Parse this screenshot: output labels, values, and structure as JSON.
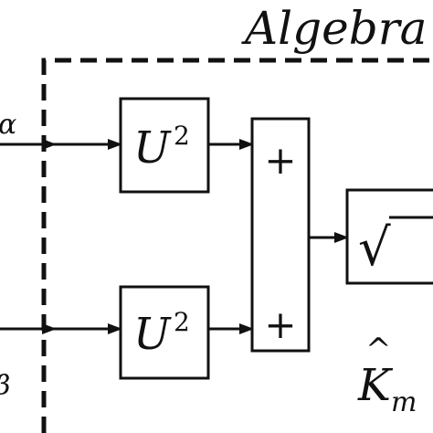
{
  "title": "Algebra",
  "input_alpha_label": "α",
  "input_beta_label": "β",
  "square_block_top": {
    "base": "U",
    "exponent": "2"
  },
  "square_block_bottom": {
    "base": "U",
    "exponent": "2"
  },
  "sum_block": {
    "plus_top": "+",
    "plus_bottom": "+"
  },
  "sqrt_block": {
    "symbol": "√"
  },
  "output_label": {
    "hat": "^",
    "base": "K",
    "subscript": "m"
  }
}
